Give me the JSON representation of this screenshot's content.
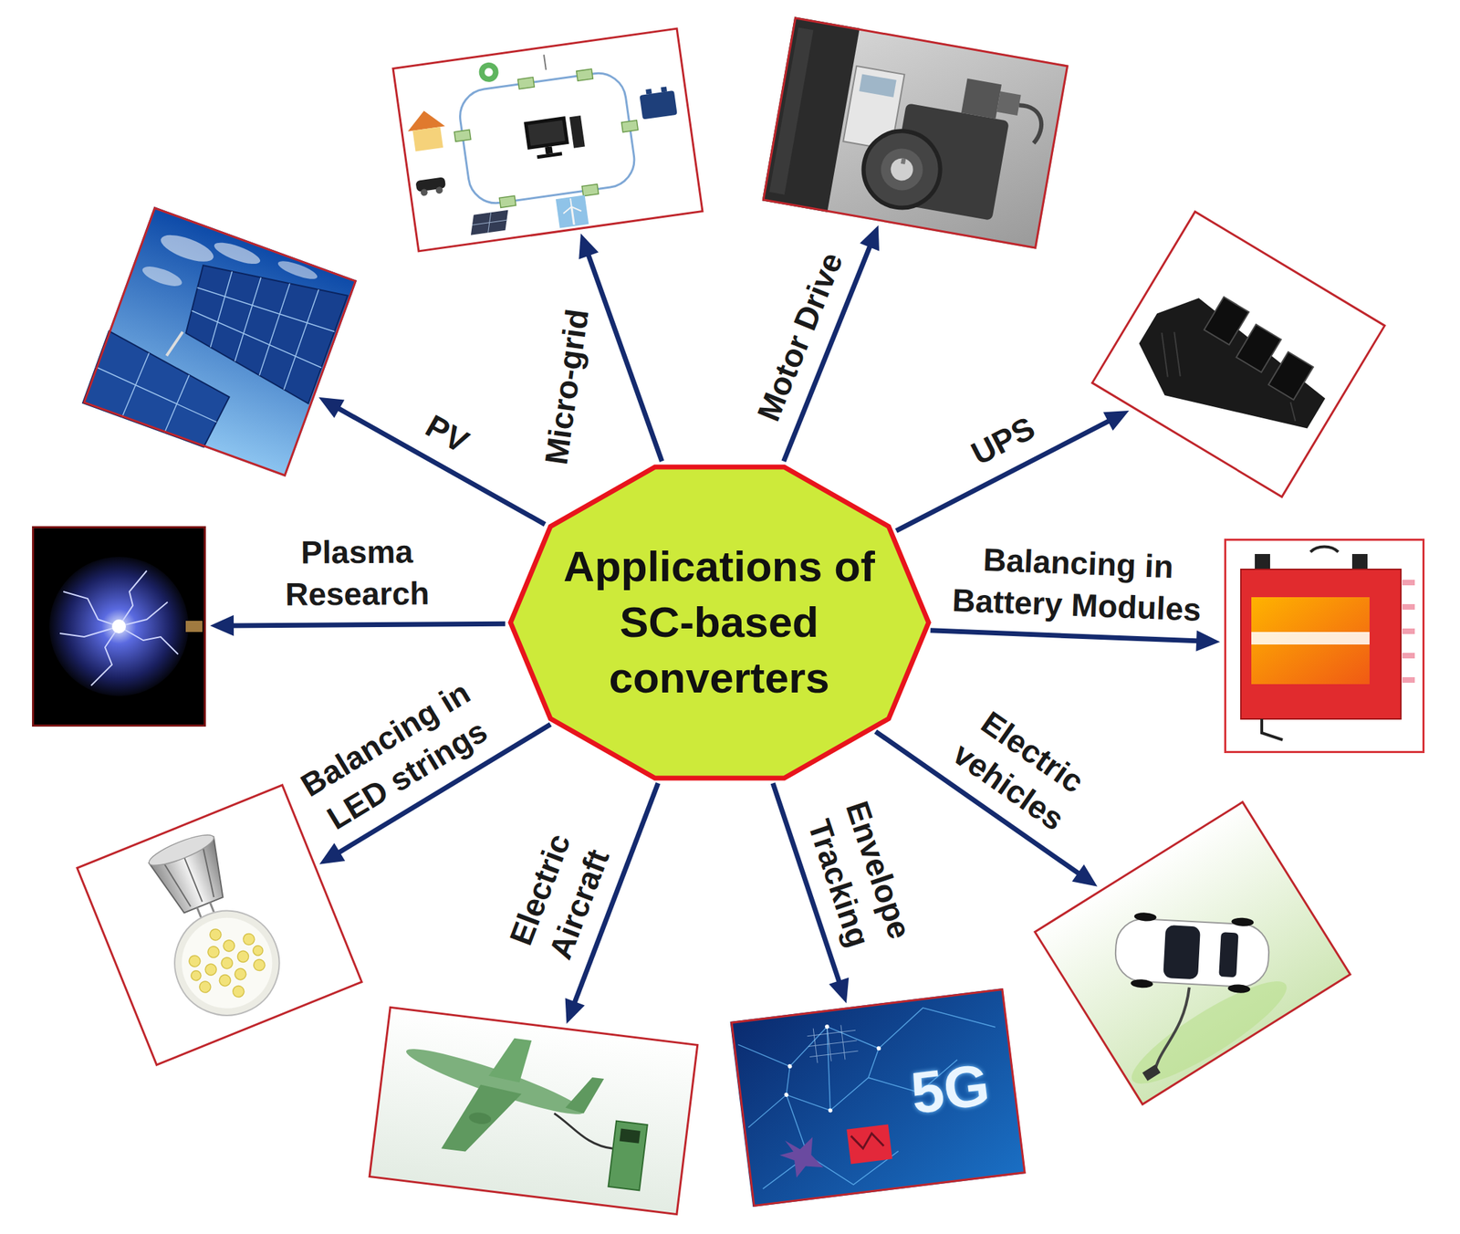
{
  "diagram": {
    "nodes": [
      {
        "text": [
          "Applications of SC-based converters"
        ]
      },
      {
        "text": []
      },
      {
        "text": []
      },
      {
        "text": []
      },
      {
        "text": []
      },
      {
        "text": []
      },
      {
        "text": []
      },
      {
        "text": [
          "5G"
        ]
      },
      {
        "text": []
      },
      {
        "text": []
      },
      {
        "text": []
      }
    ],
    "edges": [
      {
        "from": 0,
        "to": 1,
        "arrow": "to",
        "label": "PV"
      },
      {
        "from": 0,
        "to": 2,
        "arrow": "to",
        "label": "Micro-grid"
      },
      {
        "from": 0,
        "to": 3,
        "arrow": "to",
        "label": "Motor Drive"
      },
      {
        "from": 0,
        "to": 4,
        "arrow": "to",
        "label": "UPS"
      },
      {
        "from": 0,
        "to": 5,
        "arrow": "to",
        "label": "Balancing in Battery Modules"
      },
      {
        "from": 0,
        "to": 6,
        "arrow": "to",
        "label": "Electric vehicles"
      },
      {
        "from": 0,
        "to": 7,
        "arrow": "to",
        "label": "Envelope Tracking"
      },
      {
        "from": 0,
        "to": 8,
        "arrow": "to",
        "label": "Electric Aircraft"
      },
      {
        "from": 0,
        "to": 9,
        "arrow": "to",
        "label": "Balancing in LED strings"
      },
      {
        "from": 0,
        "to": 10,
        "arrow": "to",
        "label": "Plasma Research"
      }
    ]
  }
}
